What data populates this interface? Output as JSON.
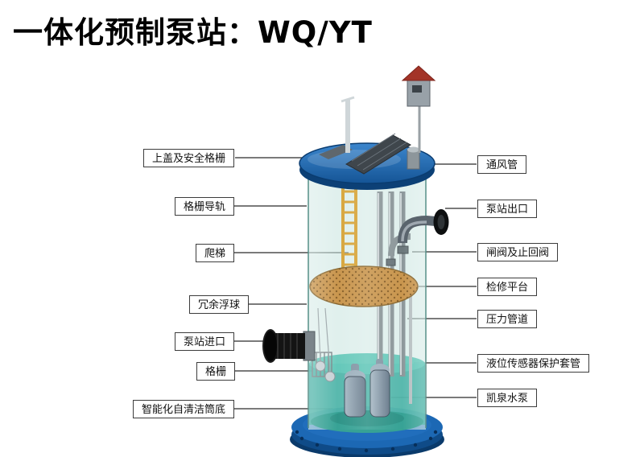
{
  "title": "一体化预制泵站：WQ/YT",
  "labels": {
    "left": [
      {
        "text": "上盖及安全格栅"
      },
      {
        "text": "格栅导轨"
      },
      {
        "text": "爬梯"
      },
      {
        "text": "冗余浮球"
      },
      {
        "text": "泵站进口"
      },
      {
        "text": "格栅"
      },
      {
        "text": "智能化自清洁筒底"
      }
    ],
    "right": [
      {
        "text": "通风管"
      },
      {
        "text": "泵站出口"
      },
      {
        "text": "闸阀及止回阀"
      },
      {
        "text": "检修平台"
      },
      {
        "text": "压力管道"
      },
      {
        "text": "液位传感器保护套管"
      },
      {
        "text": "凯泉水泵"
      }
    ]
  },
  "colors": {
    "lid_blue": "#1C68B4",
    "base_blue": "#0F4B88",
    "glass": "#C7E4DF",
    "water": "#4AB3A6",
    "platform": "#C9964E",
    "ladder": "#D7A63E",
    "pipe_black": "#141414"
  }
}
